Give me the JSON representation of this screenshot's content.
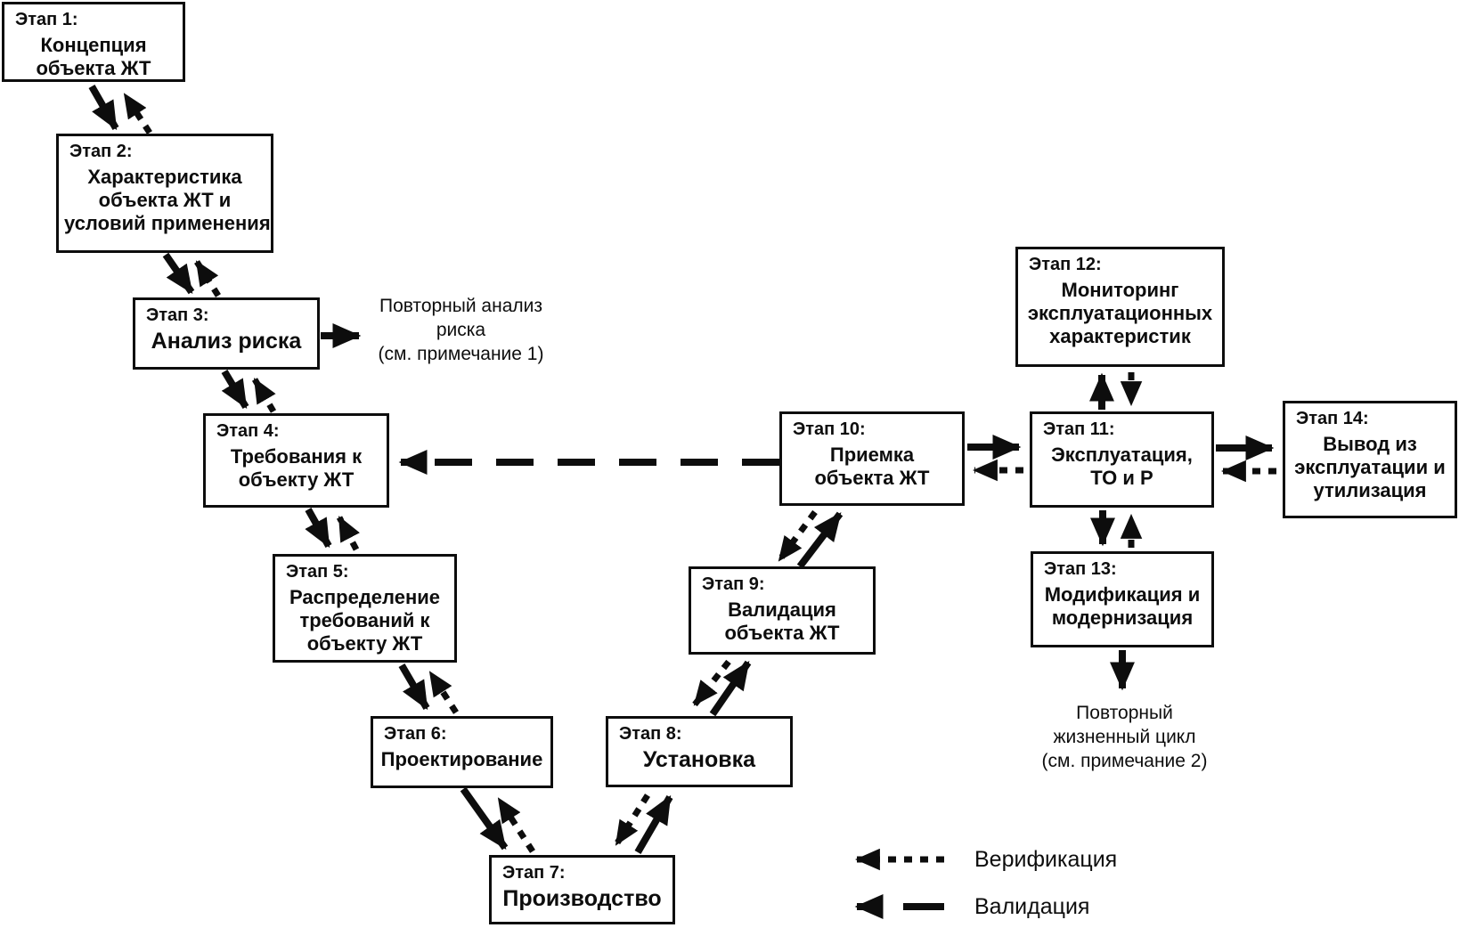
{
  "stages": [
    {
      "label": "Этап 1:",
      "title": "Концепция\nобъекта ЖТ"
    },
    {
      "label": "Этап 2:",
      "title": "Характеристика\nобъекта ЖТ и\nусловий применения"
    },
    {
      "label": "Этап 3:",
      "title": "Анализ риска"
    },
    {
      "label": "Этап 4:",
      "title": "Требования к\nобъекту ЖТ"
    },
    {
      "label": "Этап 5:",
      "title": "Распределение\nтребований к\nобъекту ЖТ"
    },
    {
      "label": "Этап 6:",
      "title": "Проектирование"
    },
    {
      "label": "Этап 7:",
      "title": "Производство"
    },
    {
      "label": "Этап 8:",
      "title": "Установка"
    },
    {
      "label": "Этап 9:",
      "title": "Валидация\nобъекта ЖТ"
    },
    {
      "label": "Этап 10:",
      "title": "Приемка\nобъекта ЖТ"
    },
    {
      "label": "Этап 11:",
      "title": "Эксплуатация,\nТО и Р"
    },
    {
      "label": "Этап 12:",
      "title": "Мониторинг\nэксплуатационных\nхарактеристик"
    },
    {
      "label": "Этап 13:",
      "title": "Модификация и\nмодернизация"
    },
    {
      "label": "Этап 14:",
      "title": "Вывод из\nэксплуатации и\nутилизация"
    }
  ],
  "notes": {
    "risk_reanalysis": "Повторный анализ\nриска\n(см. примечание 1)",
    "repeat_lifecycle": "Повторный\nжизненный цикл\n(см. примечание 2)"
  },
  "legend": {
    "verification_label": "Верификация",
    "validation_label": "Валидация"
  },
  "colors": {
    "ink": "#0d0d0d",
    "background": "#ffffff"
  }
}
